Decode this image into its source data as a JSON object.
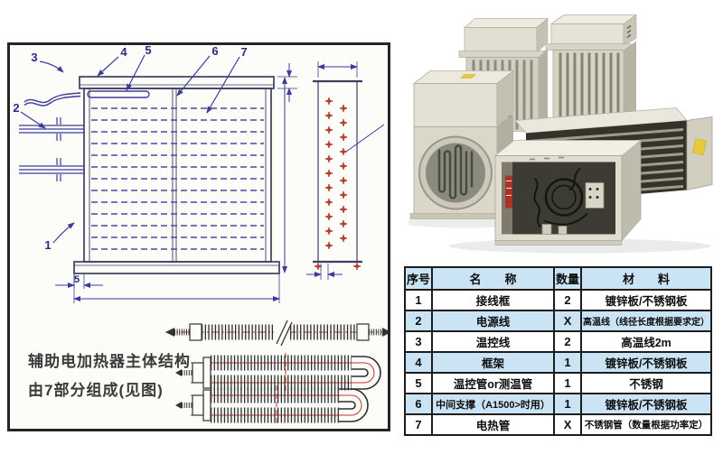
{
  "diagram_panel": {
    "caption": {
      "line1": "辅助电加热器主体结构",
      "line2": "由7部分组成(见图)"
    },
    "callouts": [
      "1",
      "2",
      "3",
      "4",
      "5",
      "6",
      "7"
    ],
    "dims": {
      "flange_width": "5"
    },
    "colors": {
      "panel_border": "#242824",
      "drawing_line": "#3f3f5f",
      "dimension_line": "#3c3c9a",
      "tube_end_red": "#b23a2c",
      "element_fin": "#2f2f2f",
      "element_centerline": "#c0392b"
    }
  },
  "parts_table": {
    "headers": [
      "序号",
      "名　　称",
      "数量",
      "材　　料"
    ],
    "rows": [
      [
        "1",
        "接线框",
        "2",
        "镀锌板/不锈钢板"
      ],
      [
        "2",
        "电源线",
        "X",
        "高温线（线径长度根据要求定）"
      ],
      [
        "3",
        "温控线",
        "2",
        "高温线2m"
      ],
      [
        "4",
        "框架",
        "1",
        "镀锌板/不锈钢板"
      ],
      [
        "5",
        "温控管or测温管",
        "1",
        "不锈钢"
      ],
      [
        "6",
        "中间支撑（A1500>时用）",
        "1",
        "镀锌板/不锈钢板"
      ],
      [
        "7",
        "电热管",
        "X",
        "不锈钢管（数量根据功率定）"
      ]
    ],
    "style": {
      "header_bg": "#cbe4f5",
      "alt_row_bg": "#cbe4f5",
      "row_bg": "#ffffff",
      "border": "#1d1d1d"
    }
  }
}
